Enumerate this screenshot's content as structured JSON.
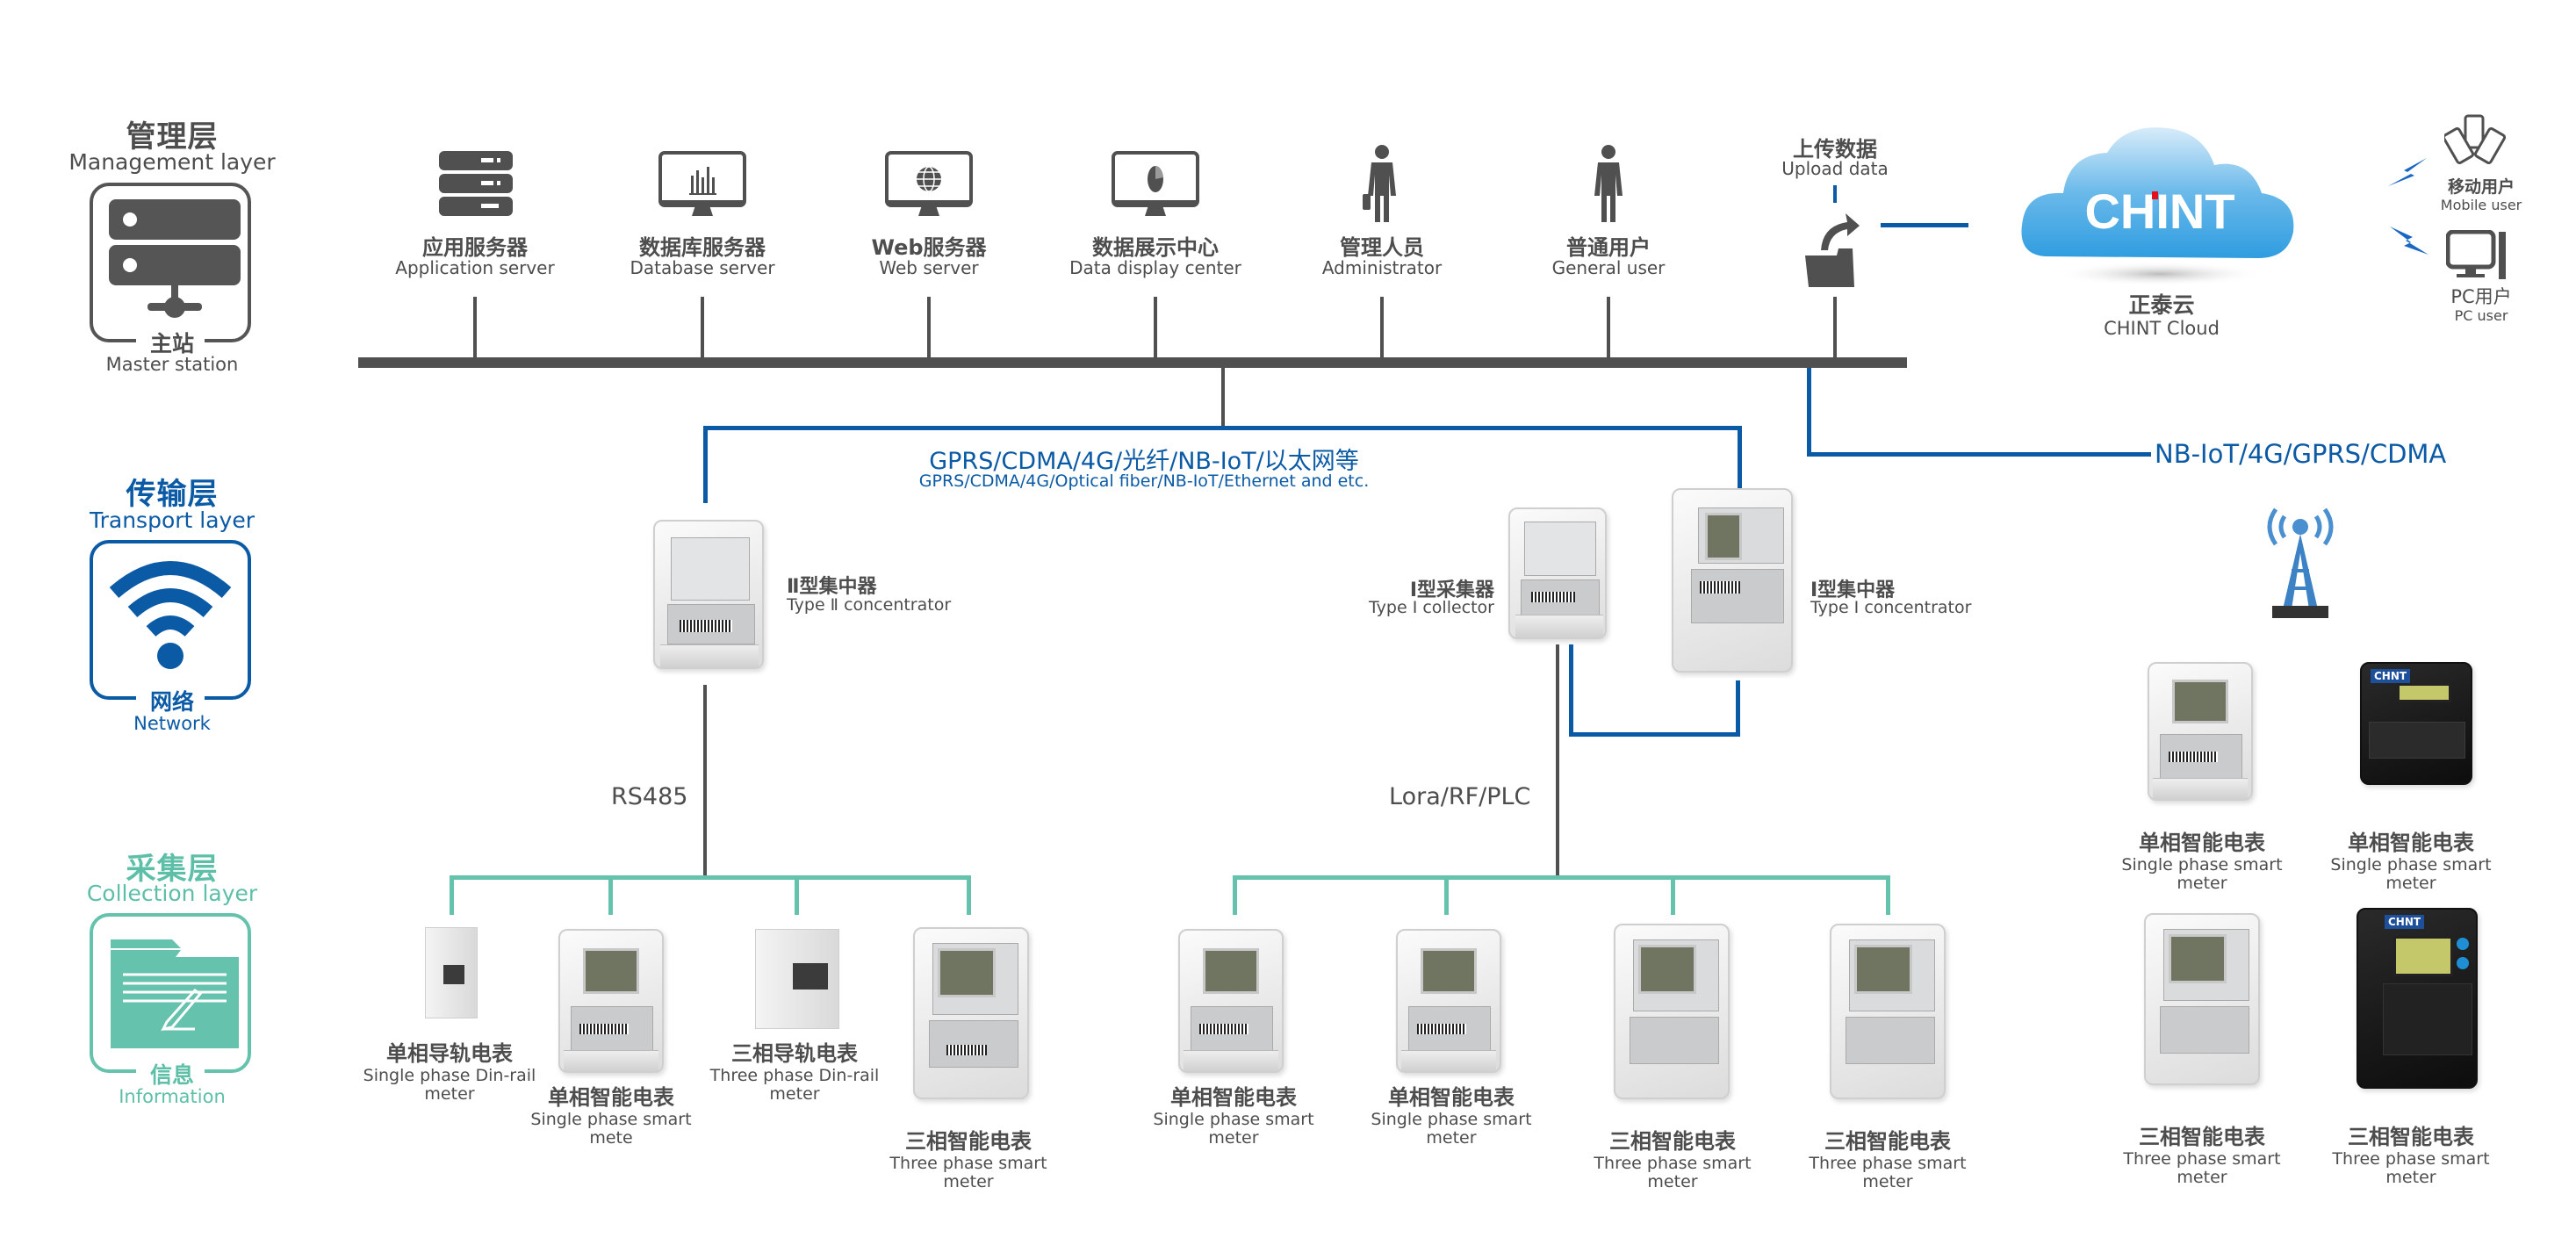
{
  "layers": {
    "management": {
      "title_cn": "管理层",
      "title_en": "Management layer",
      "caption_cn": "主站",
      "caption_en": "Master station",
      "icon": "server-stack-icon",
      "color": "#555555"
    },
    "transport": {
      "title_cn": "传输层",
      "title_en": "Transport layer",
      "caption_cn": "网络",
      "caption_en": "Network",
      "icon": "wifi-icon",
      "color": "#0b5aa6"
    },
    "collection": {
      "title_cn": "采集层",
      "title_en": "Collection layer",
      "caption_cn": "信息",
      "caption_en": "Information",
      "icon": "folder-edit-icon",
      "color": "#5dbfa8"
    }
  },
  "management_nodes": [
    {
      "cn": "应用服务器",
      "en": "Application server",
      "icon": "server-rack-icon"
    },
    {
      "cn": "数据库服务器",
      "en": "Database server",
      "icon": "bar-chart-monitor-icon"
    },
    {
      "cn": "Web服务器",
      "en": "Web server",
      "icon": "globe-monitor-icon"
    },
    {
      "cn": "数据展示中心",
      "en": "Data display center",
      "icon": "pie-chart-monitor-icon"
    },
    {
      "cn": "管理人员",
      "en": "Administrator",
      "icon": "person-briefcase-icon"
    },
    {
      "cn": "普通用户",
      "en": "General user",
      "icon": "person-icon"
    }
  ],
  "upload": {
    "cn": "上传数据",
    "en": "Upload data",
    "icon": "folder-upload-icon"
  },
  "cloud": {
    "logo": "CHINT",
    "cn": "正泰云",
    "en": "CHINT Cloud",
    "accent": "#e3101c"
  },
  "clients": [
    {
      "cn": "移动用户",
      "en": "Mobile user",
      "icon": "mobile-phones-icon"
    },
    {
      "cn": "PC用户",
      "en": "PC user",
      "icon": "desktop-pc-icon"
    }
  ],
  "transport": {
    "main_cn": "GPRS/CDMA/4G/光纤/NB-IoT/以太网等",
    "main_en": "GPRS/CDMA/4G/Optical fiber/NB-IoT/Ethernet and etc.",
    "direct": "NB-IoT/4G/GPRS/CDMA"
  },
  "concentrators": {
    "type2": {
      "cn": "Ⅱ型集中器",
      "en": "Type Ⅱ concentrator"
    },
    "type1_collector": {
      "cn": "Ⅰ型采集器",
      "en": "Type I collector"
    },
    "type1_concentrator": {
      "cn": "Ⅰ型集中器",
      "en": "Type I concentrator"
    }
  },
  "buses": {
    "left": "RS485",
    "right": "Lora/RF/PLC"
  },
  "left_meters": [
    {
      "cn": "单相导轨电表",
      "en1": "Single phase Din-rail",
      "en2": "meter"
    },
    {
      "cn": "单相智能电表",
      "en1": "Single phase smart",
      "en2": "mete"
    },
    {
      "cn": "三相导轨电表",
      "en1": "Three phase Din-rail",
      "en2": "meter"
    },
    {
      "cn": "三相智能电表",
      "en1": "Three phase smart",
      "en2": "meter"
    }
  ],
  "right_meters": [
    {
      "cn": "单相智能电表",
      "en1": "Single phase smart",
      "en2": "meter"
    },
    {
      "cn": "单相智能电表",
      "en1": "Single phase smart",
      "en2": "meter"
    },
    {
      "cn": "三相智能电表",
      "en1": "Three phase smart",
      "en2": "meter"
    },
    {
      "cn": "三相智能电表",
      "en1": "Three phase smart",
      "en2": "meter"
    }
  ],
  "direct_meters": [
    {
      "cn": "单相智能电表",
      "en1": "Single phase smart",
      "en2": "meter"
    },
    {
      "cn": "单相智能电表",
      "en1": "Single phase smart",
      "en2": "meter"
    },
    {
      "cn": "三相智能电表",
      "en1": "Three phase smart",
      "en2": "meter"
    },
    {
      "cn": "三相智能电表",
      "en1": "Three phase smart",
      "en2": "meter"
    }
  ],
  "colors": {
    "gray": "#505050",
    "blue": "#0b5aa6",
    "teal": "#65c2ad",
    "cloud": "#3aa3e0"
  }
}
